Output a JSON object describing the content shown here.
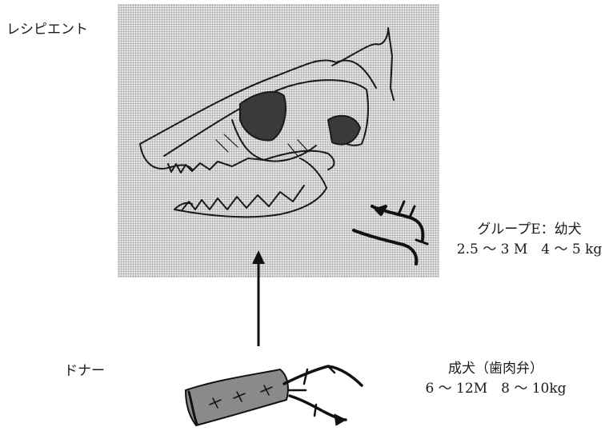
{
  "recipient": {
    "label": "レシピエント"
  },
  "donor": {
    "label": "ドナー"
  },
  "group_e": {
    "title": "グループE：幼犬",
    "detail": "2.5 ～ 3 M　4 ～ 5 kg"
  },
  "adult": {
    "title": "成犬（歯肉弁）",
    "detail": "6 ～ 12M　8 ～ 10kg"
  },
  "colors": {
    "panel": "#d7d7d7",
    "line": "#1a1a1a",
    "flap": "#8a8a8a"
  },
  "icons": [
    "dog-skull-icon",
    "vessel-icon",
    "gum-flap-icon",
    "up-arrow-icon"
  ]
}
